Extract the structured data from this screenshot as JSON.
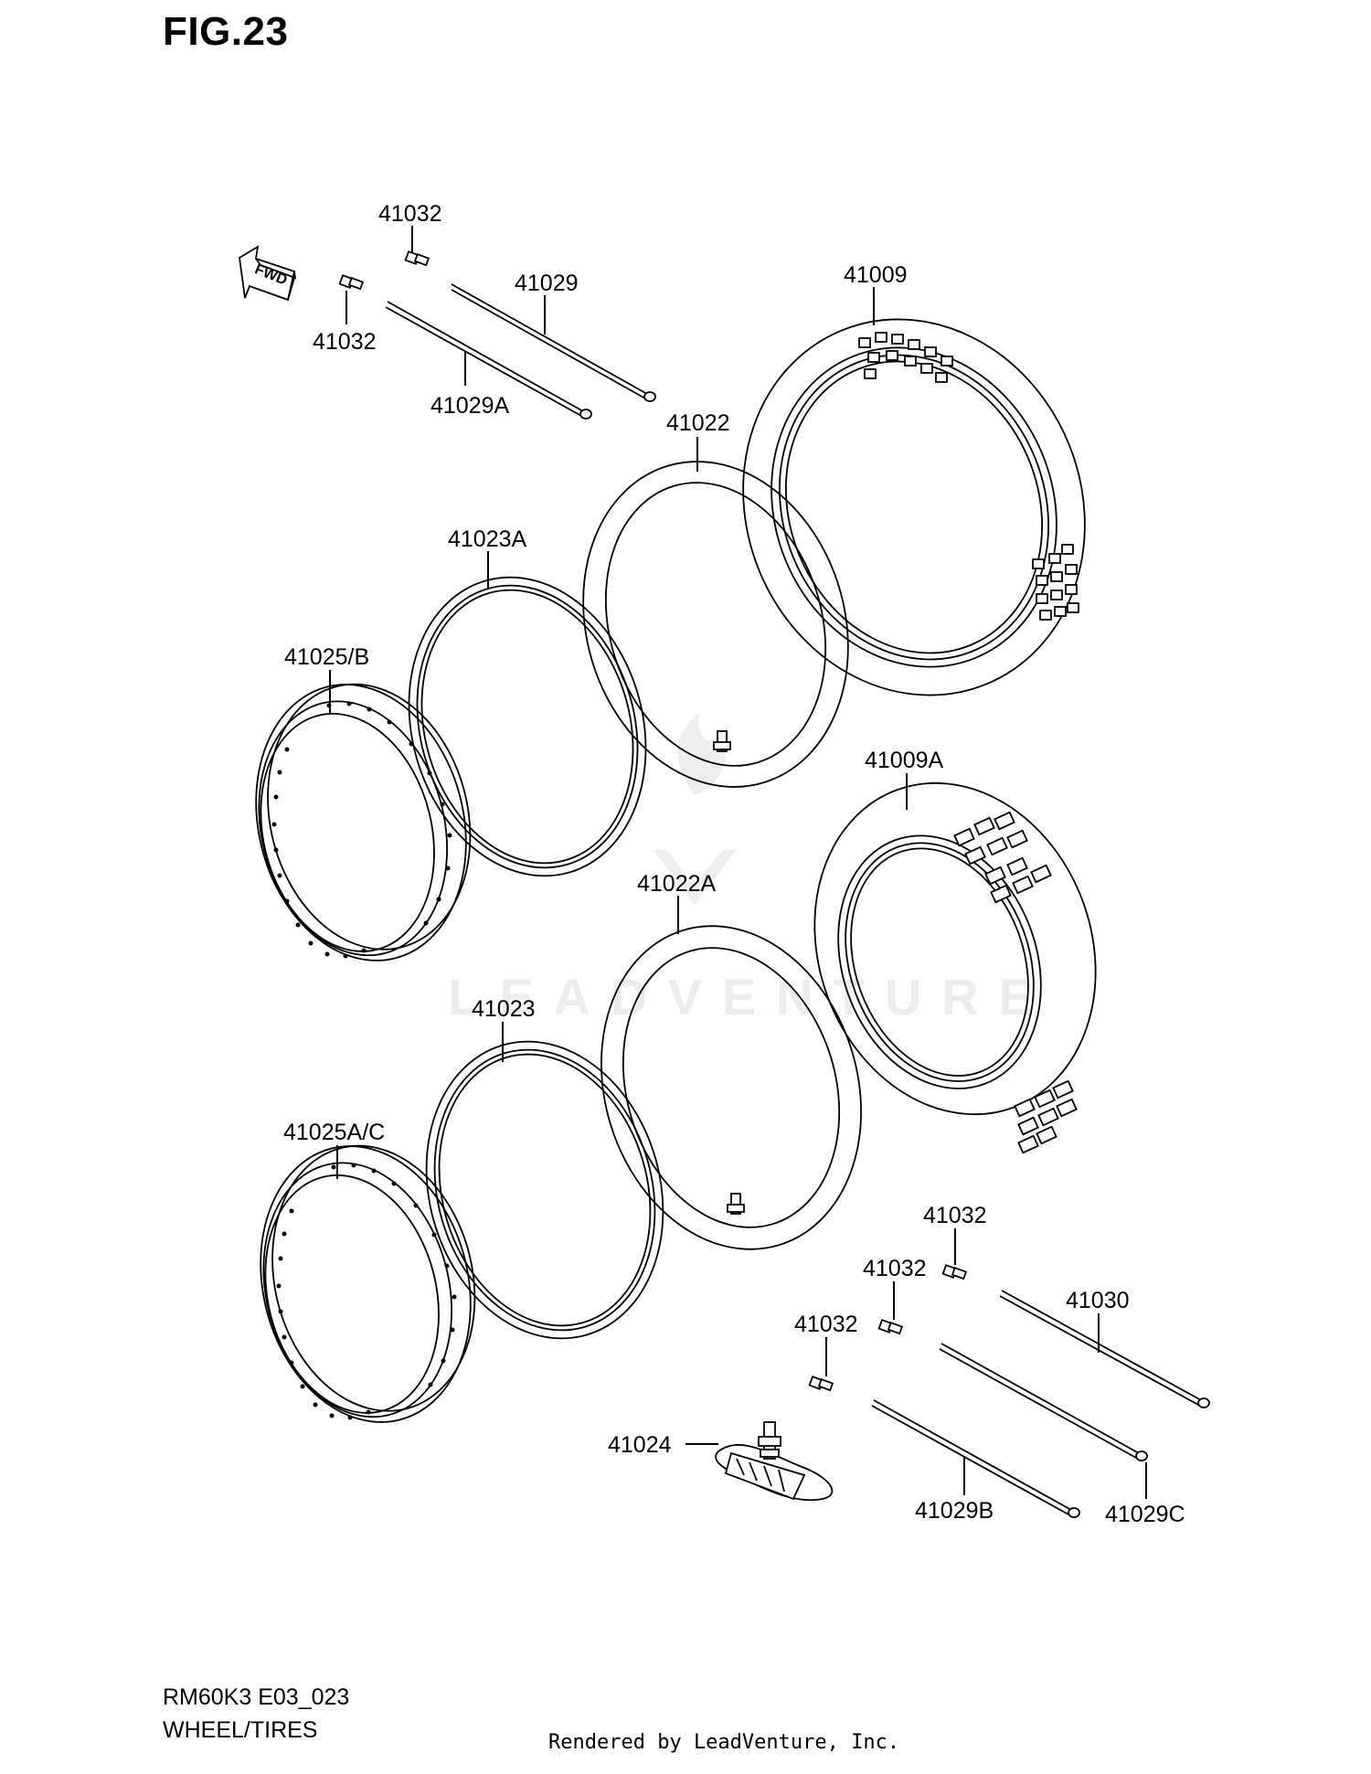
{
  "figure": {
    "title": "FIG.23"
  },
  "fwd_marker": {
    "label": "FWD"
  },
  "watermark": {
    "text": "LEADVENTURE"
  },
  "callouts": {
    "c41032_top": "41032",
    "c41032_left": "41032",
    "c41029": "41029",
    "c41029A": "41029A",
    "c41009": "41009",
    "c41022": "41022",
    "c41023A": "41023A",
    "c41025B": "41025/B",
    "c41009A": "41009A",
    "c41022A": "41022A",
    "c41023": "41023",
    "c41025AC": "41025A/C",
    "c41032_r1": "41032",
    "c41032_r2": "41032",
    "c41032_r3": "41032",
    "c41030": "41030",
    "c41024": "41024",
    "c41029B": "41029B",
    "c41029C": "41029C"
  },
  "footer": {
    "model_code": "RM60K3 E03_023",
    "section_name": "WHEEL/TIRES",
    "render_credit": "Rendered by LeadVenture, Inc."
  }
}
